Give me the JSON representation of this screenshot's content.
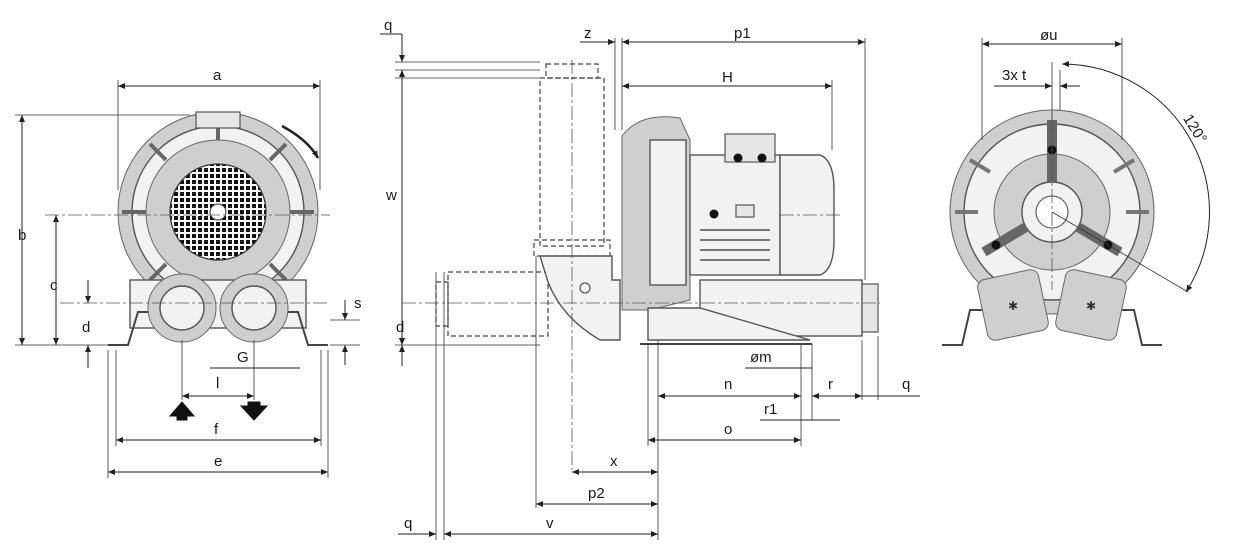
{
  "front_view": {
    "labels": {
      "a": "a",
      "b": "b",
      "c": "c",
      "d": "d",
      "s": "s",
      "G": "G",
      "l": "l",
      "f": "f",
      "e": "e"
    }
  },
  "side_view": {
    "labels": {
      "q_top": "q",
      "z": "z",
      "p1": "p1",
      "H": "H",
      "w": "w",
      "d": "d",
      "om": "øm",
      "n": "n",
      "r": "r",
      "q_right": "q",
      "r1": "r1",
      "o": "o",
      "x": "x",
      "p2": "p2",
      "q_bottom": "q",
      "v": "v"
    }
  },
  "rear_view": {
    "labels": {
      "ou": "øu",
      "t": "3x t",
      "angle": "120°"
    }
  }
}
